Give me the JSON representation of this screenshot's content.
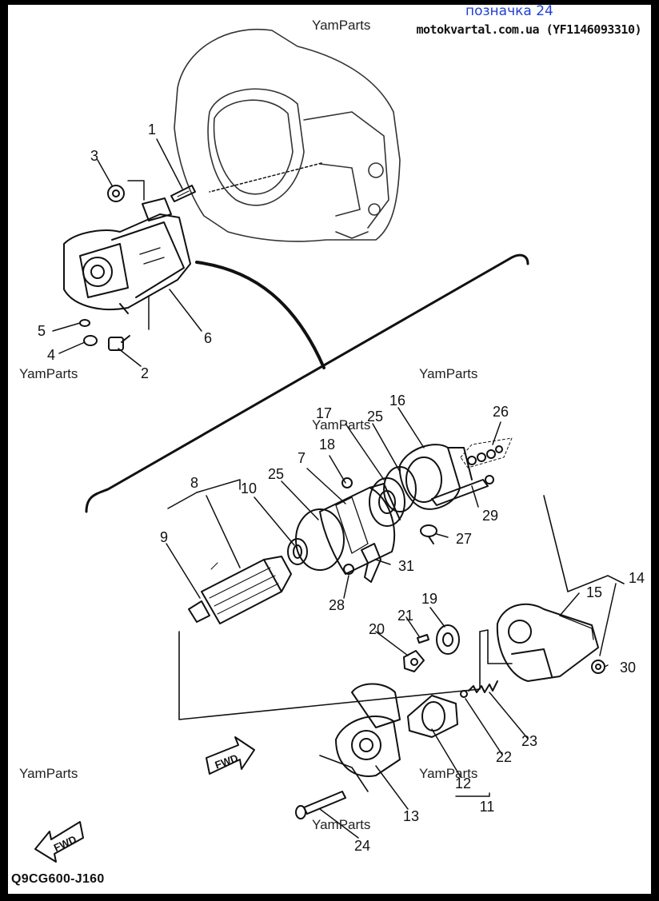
{
  "header": {
    "title": "позначка 24",
    "site": "motokvartal.com.ua (YF1146093310)"
  },
  "watermark": "YamParts",
  "drawing_code": "Q9CG600-J160",
  "fwd_label": "FWD",
  "callouts": [
    "1",
    "2",
    "3",
    "4",
    "5",
    "6",
    "7",
    "8",
    "9",
    "10",
    "11",
    "12",
    "13",
    "14",
    "15",
    "16",
    "17",
    "18",
    "19",
    "20",
    "21",
    "22",
    "23",
    "24",
    "25",
    "25",
    "26",
    "27",
    "28",
    "29",
    "30",
    "31"
  ]
}
